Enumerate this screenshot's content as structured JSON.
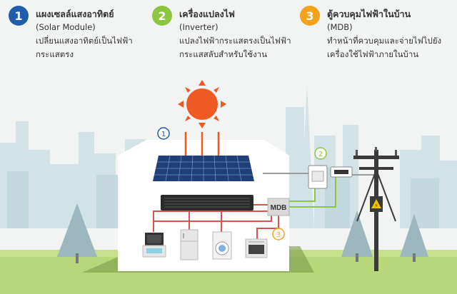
{
  "legend": [
    {
      "num": "1",
      "title": "แผงเซลล์แสงอาทิตย์",
      "subtitle": "(Solar Module)",
      "desc1": "เปลี่ยนแสงอาทิตย์เป็นไฟฟ้า",
      "desc2": "กระแสตรง",
      "color": "#1d5fa8"
    },
    {
      "num": "2",
      "title": "เครื่องแปลงไฟ",
      "subtitle": "(Inverter)",
      "desc1": "แปลงไฟฟ้ากระแสตรงเป็นไฟฟ้า",
      "desc2": "กระแสสลับสำหรับใช้งาน",
      "color": "#8cc63f"
    },
    {
      "num": "3",
      "title": "ตู้ควบคุมไฟฟ้าในบ้าน",
      "subtitle": "(MDB)",
      "desc1": "ทำหน้าที่ควบคุมและจ่ายไฟไปยัง",
      "desc2": "เครื่องใช้ไฟฟ้าภายในบ้าน",
      "color": "#f2a21b"
    }
  ],
  "diagram": {
    "marker_solar": "1",
    "marker_inverter": "2",
    "marker_mdb": "3",
    "mdb_label": "MDB",
    "colors": {
      "sun": "#ef5a24",
      "house": "#ffffff",
      "grass": "#b7d77a",
      "skyline": "#c9dbe0",
      "wire_green": "#8cc63f",
      "wire_red": "#d9534f",
      "wire_gray": "#9a9a9a",
      "panel": "#1f3f77"
    }
  }
}
